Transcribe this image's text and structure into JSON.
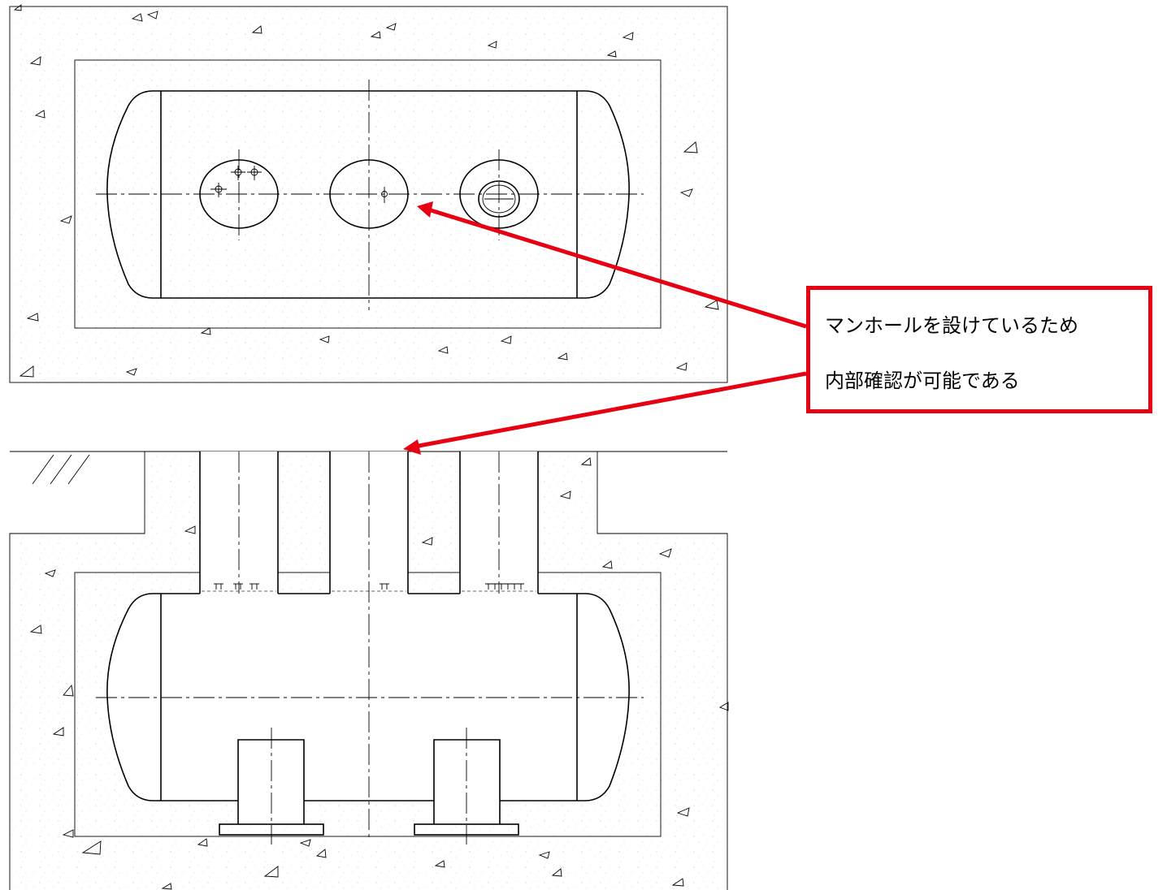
{
  "annotation": {
    "line1": "マンホールを設けているため",
    "line2": "内部確認が可能である",
    "color": "#e60012"
  },
  "views": [
    "plan-view",
    "section-view"
  ],
  "manholes": 3
}
